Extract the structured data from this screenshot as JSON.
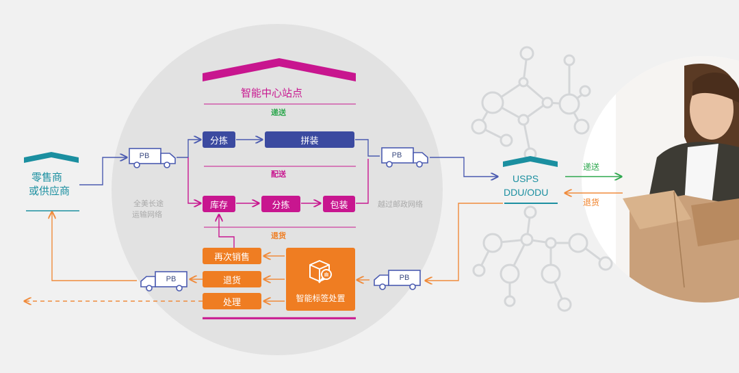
{
  "supplier": {
    "line1": "零售商",
    "line2": "或供应商"
  },
  "transport_left": {
    "line1": "全美长途",
    "line2": "运输网络"
  },
  "hub_title": "智能中心站点",
  "section_delivery": "递送",
  "section_distribution": "配送",
  "section_returns": "退货",
  "boxes": {
    "sort1": "分拣",
    "assemble": "拼装",
    "inventory": "库存",
    "sort2": "分拣",
    "pack": "包装",
    "resell": "再次销售",
    "return": "退货",
    "dispose": "处理",
    "smart": "智能标签处置"
  },
  "postal_network": "越过邮政网络",
  "usps": {
    "line1": "USPS",
    "line2": "DDU/ODU"
  },
  "label_deliver": "递送",
  "label_return": "退货",
  "truck_label": "PB",
  "colors": {
    "blue": "#3b4aa0",
    "magenta": "#c8168f",
    "orange": "#ef7d22",
    "teal": "#1b8fa0",
    "green": "#2fa84f",
    "line_blue": "#4a5ab0",
    "line_orange": "#f08a3a"
  },
  "icons": [
    "truck-icon",
    "network-graph",
    "house-roof-icon",
    "box-magnifier-icon",
    "customer-photo"
  ]
}
